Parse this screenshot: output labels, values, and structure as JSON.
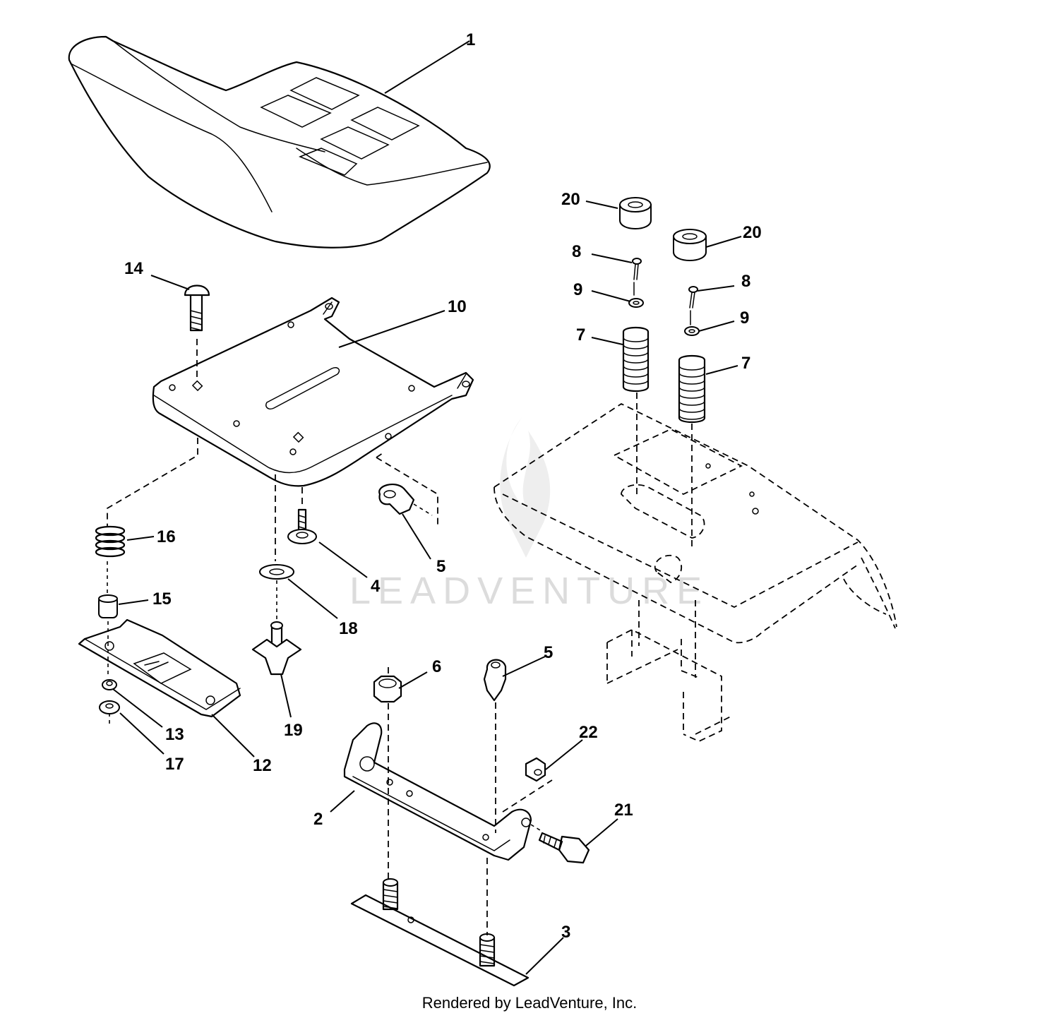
{
  "diagram": {
    "callouts": [
      "1",
      "2",
      "3",
      "4",
      "5",
      "5",
      "6",
      "7",
      "7",
      "8",
      "8",
      "9",
      "9",
      "10",
      "12",
      "13",
      "14",
      "15",
      "16",
      "17",
      "18",
      "19",
      "20",
      "20",
      "21",
      "22"
    ]
  },
  "watermark": {
    "text": "LEADVENTURE"
  },
  "footer": {
    "text": "Rendered by LeadVenture, Inc."
  }
}
